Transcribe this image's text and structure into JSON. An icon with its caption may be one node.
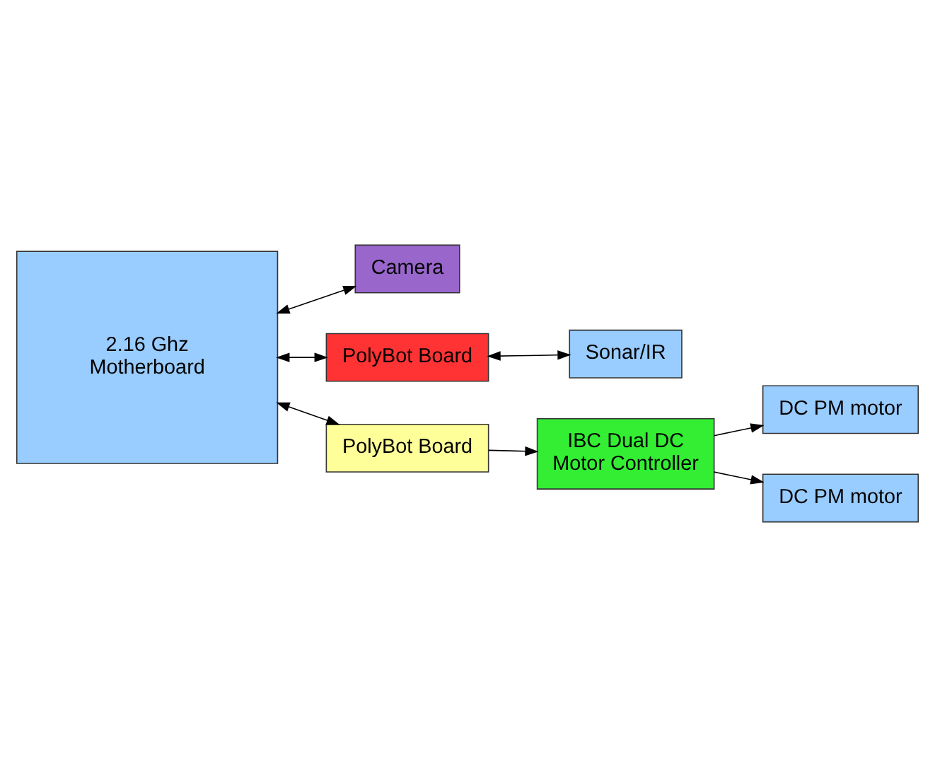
{
  "diagram": {
    "nodes": [
      {
        "text": [
          "2.16 Ghz Motherboard"
        ]
      },
      {
        "text": [
          "Camera"
        ]
      },
      {
        "text": [
          "PolyBot Board"
        ]
      },
      {
        "text": [
          "Sonar/IR"
        ]
      },
      {
        "text": [
          "PolyBot Board"
        ]
      },
      {
        "text": [
          "IBC Dual DC Motor Controller"
        ]
      },
      {
        "text": [
          "DC PM motor"
        ]
      },
      {
        "text": [
          "DC PM motor"
        ]
      }
    ],
    "edges": [
      {
        "from": 0,
        "to": 1,
        "arrow": "both"
      },
      {
        "from": 0,
        "to": 2,
        "arrow": "both"
      },
      {
        "from": 2,
        "to": 3,
        "arrow": "both"
      },
      {
        "from": 0,
        "to": 4,
        "arrow": "both"
      },
      {
        "from": 4,
        "to": 5,
        "arrow": "to"
      },
      {
        "from": 5,
        "to": 6,
        "arrow": "to"
      },
      {
        "from": 5,
        "to": 7,
        "arrow": "to"
      }
    ]
  }
}
